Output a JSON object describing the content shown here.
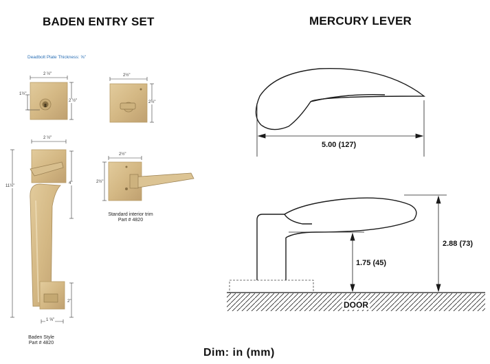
{
  "left": {
    "title": "BADEN ENTRY SET",
    "deadbolt_note": "Deadbolt Plate Thickness: ⅝\"",
    "deadbolt_width": "2 ½\"",
    "deadbolt_height_left": "1½\"",
    "deadbolt_height_right": "2 ½\"",
    "turn_width": "2½\"",
    "turn_height": "2½\"",
    "handle_width": "2 ½\"",
    "handle_height": "11½\"",
    "handle_upper": "4\"",
    "handle_lower": "2\"",
    "handle_base": "1 ⅝\"",
    "trim_width": "2½\"",
    "trim_height": "2½\"",
    "trim_caption_1": "Standard interior trim",
    "trim_caption_2": "Part # 4820",
    "handle_caption_1": "Baden Style",
    "handle_caption_2": "Part # 4820"
  },
  "right": {
    "title": "MERCURY LEVER",
    "length": "5.00 (127)",
    "height_small": "1.75 (45)",
    "height_large": "2.88 (73)",
    "door_label": "DOOR"
  },
  "footer": {
    "units": "Dim: in (mm)"
  },
  "colors": {
    "brass": "#d4b884",
    "brass_dark": "#b89c66",
    "line": "#1a1a1a",
    "note_blue": "#2a6fb5"
  }
}
